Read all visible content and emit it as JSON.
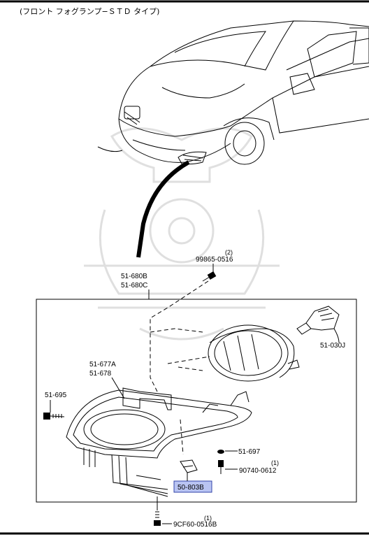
{
  "header": {
    "title": "(フロント フォグランプ−ＳＴＤ タイプ)"
  },
  "parts": {
    "p1": "51-680B",
    "p2": "51-680C",
    "p3": "99865-0516",
    "p3_qty": "(2)",
    "p4": "51-030J",
    "p5": "51-677A",
    "p6": "51-678",
    "p7": "51-695",
    "p8": "51-697",
    "p9": "90740-0612",
    "p9_qty": "(1)",
    "p10": "50-803B",
    "p11": "9CF60-0516B",
    "p11_qty": "(1)"
  },
  "colors": {
    "highlight": "#b9c4f2"
  }
}
